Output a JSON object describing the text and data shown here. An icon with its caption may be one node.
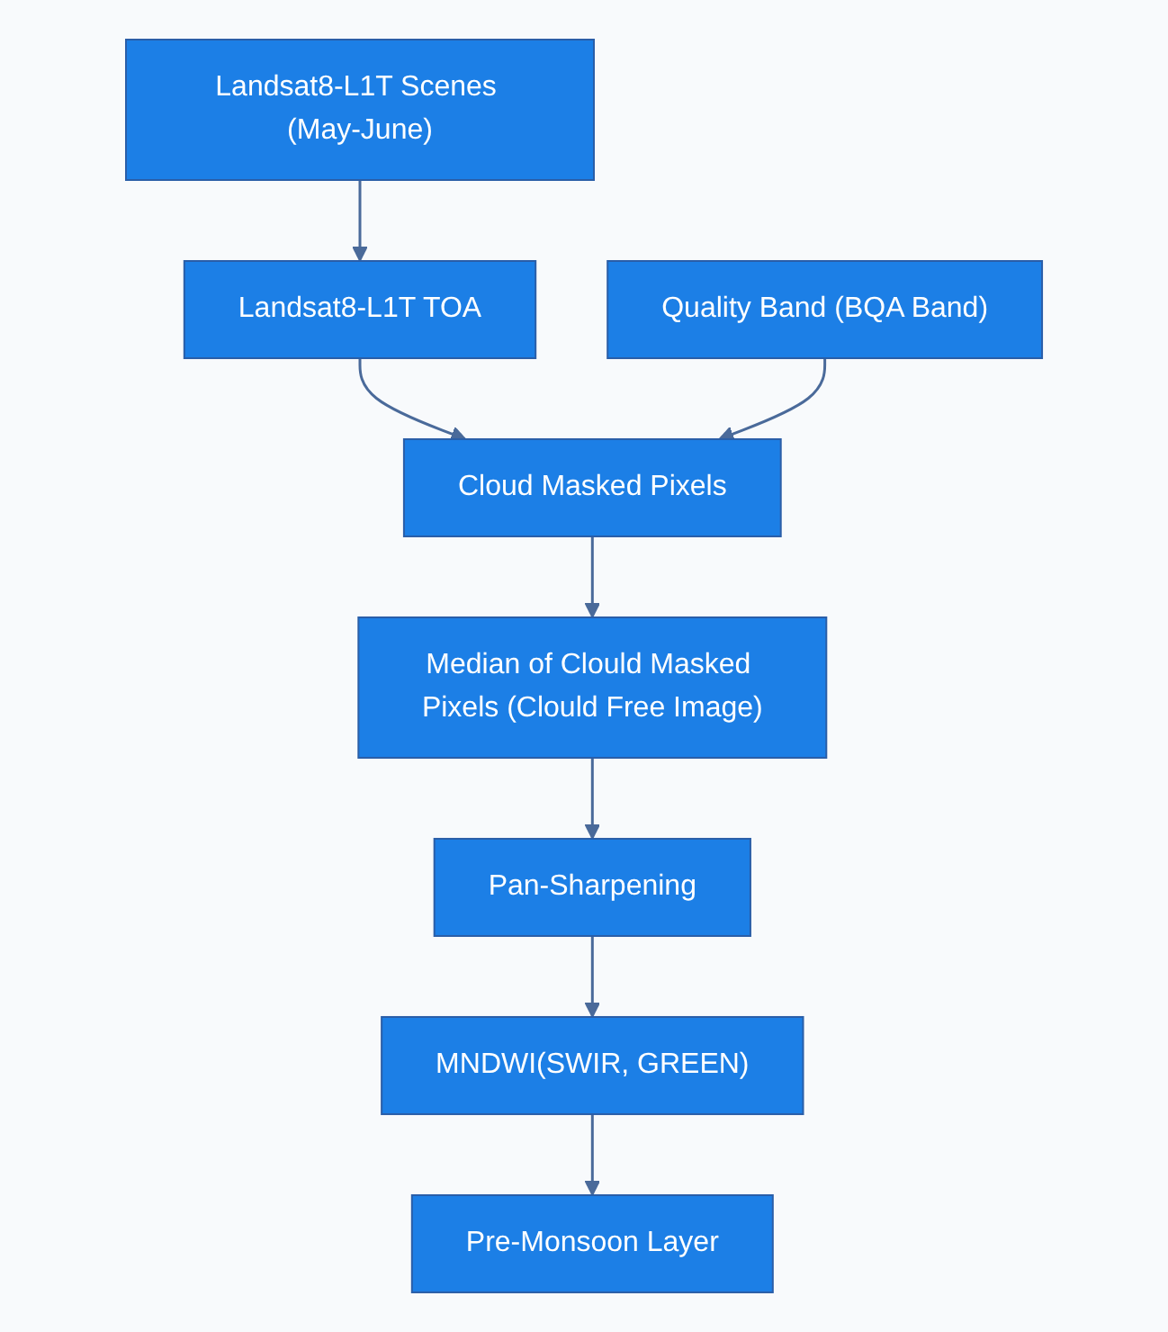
{
  "diagram": {
    "nodes": [
      {
        "text": [
          "Landsat8-L1T Scenes (May-June)"
        ]
      },
      {
        "text": [
          "Landsat8-L1T TOA"
        ]
      },
      {
        "text": [
          "Quality Band (BQA Band)"
        ]
      },
      {
        "text": [
          "Cloud Masked Pixels"
        ]
      },
      {
        "text": [
          "Median of Clould Masked Pixels (Clould Free Image)"
        ]
      },
      {
        "text": [
          "Pan-Sharpening"
        ]
      },
      {
        "text": [
          "MNDWI(SWIR, GREEN)"
        ]
      },
      {
        "text": [
          "Pre-Monsoon Layer"
        ]
      }
    ],
    "edges": [
      {
        "from": 0,
        "to": 1,
        "arrow": "to"
      },
      {
        "from": 1,
        "to": 3,
        "arrow": "to"
      },
      {
        "from": 2,
        "to": 3,
        "arrow": "to"
      },
      {
        "from": 3,
        "to": 4,
        "arrow": "to"
      },
      {
        "from": 4,
        "to": 5,
        "arrow": "to"
      },
      {
        "from": 5,
        "to": 6,
        "arrow": "to"
      },
      {
        "from": 6,
        "to": 7,
        "arrow": "to"
      }
    ]
  }
}
